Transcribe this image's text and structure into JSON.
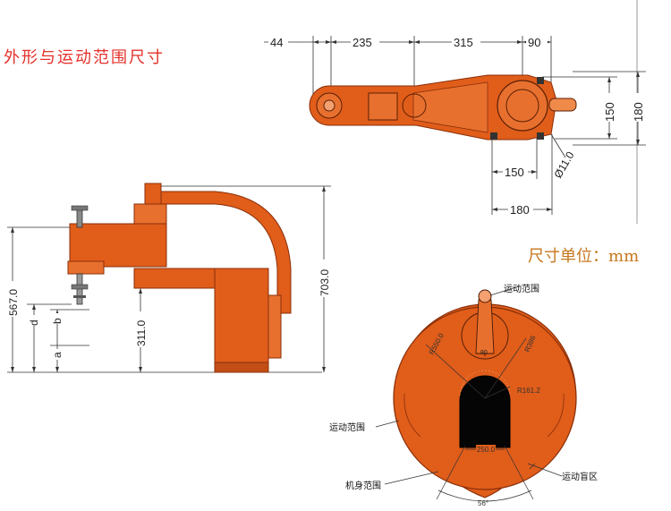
{
  "title": "外形与运动范围尺寸",
  "unit_label": "尺寸单位：mm",
  "top_view": {
    "dims_top": [
      "44",
      "235",
      "315",
      "90"
    ],
    "dims_right": [
      "150",
      "180"
    ],
    "dims_bottom": [
      "150",
      "180"
    ],
    "diameter": "Ø11.0"
  },
  "side_view": {
    "dims": [
      "567.0",
      "311.0",
      "703.0"
    ],
    "labels": [
      "d",
      "b",
      "a"
    ]
  },
  "range_view": {
    "label_top": "运动范围",
    "label_left": "运动范围",
    "label_body": "机身范围",
    "label_dead": "运动盲区",
    "r_outer": "R550.0",
    "r_inner": "R386",
    "r_small": "R161.2",
    "width": "250.0",
    "angle": "56°",
    "small_dim": "80"
  },
  "colors": {
    "robot": "#e05d1a",
    "robot_dark": "#b8440f",
    "dead_zone": "#050505",
    "title": "#e5302a",
    "unit": "#c8771d"
  }
}
